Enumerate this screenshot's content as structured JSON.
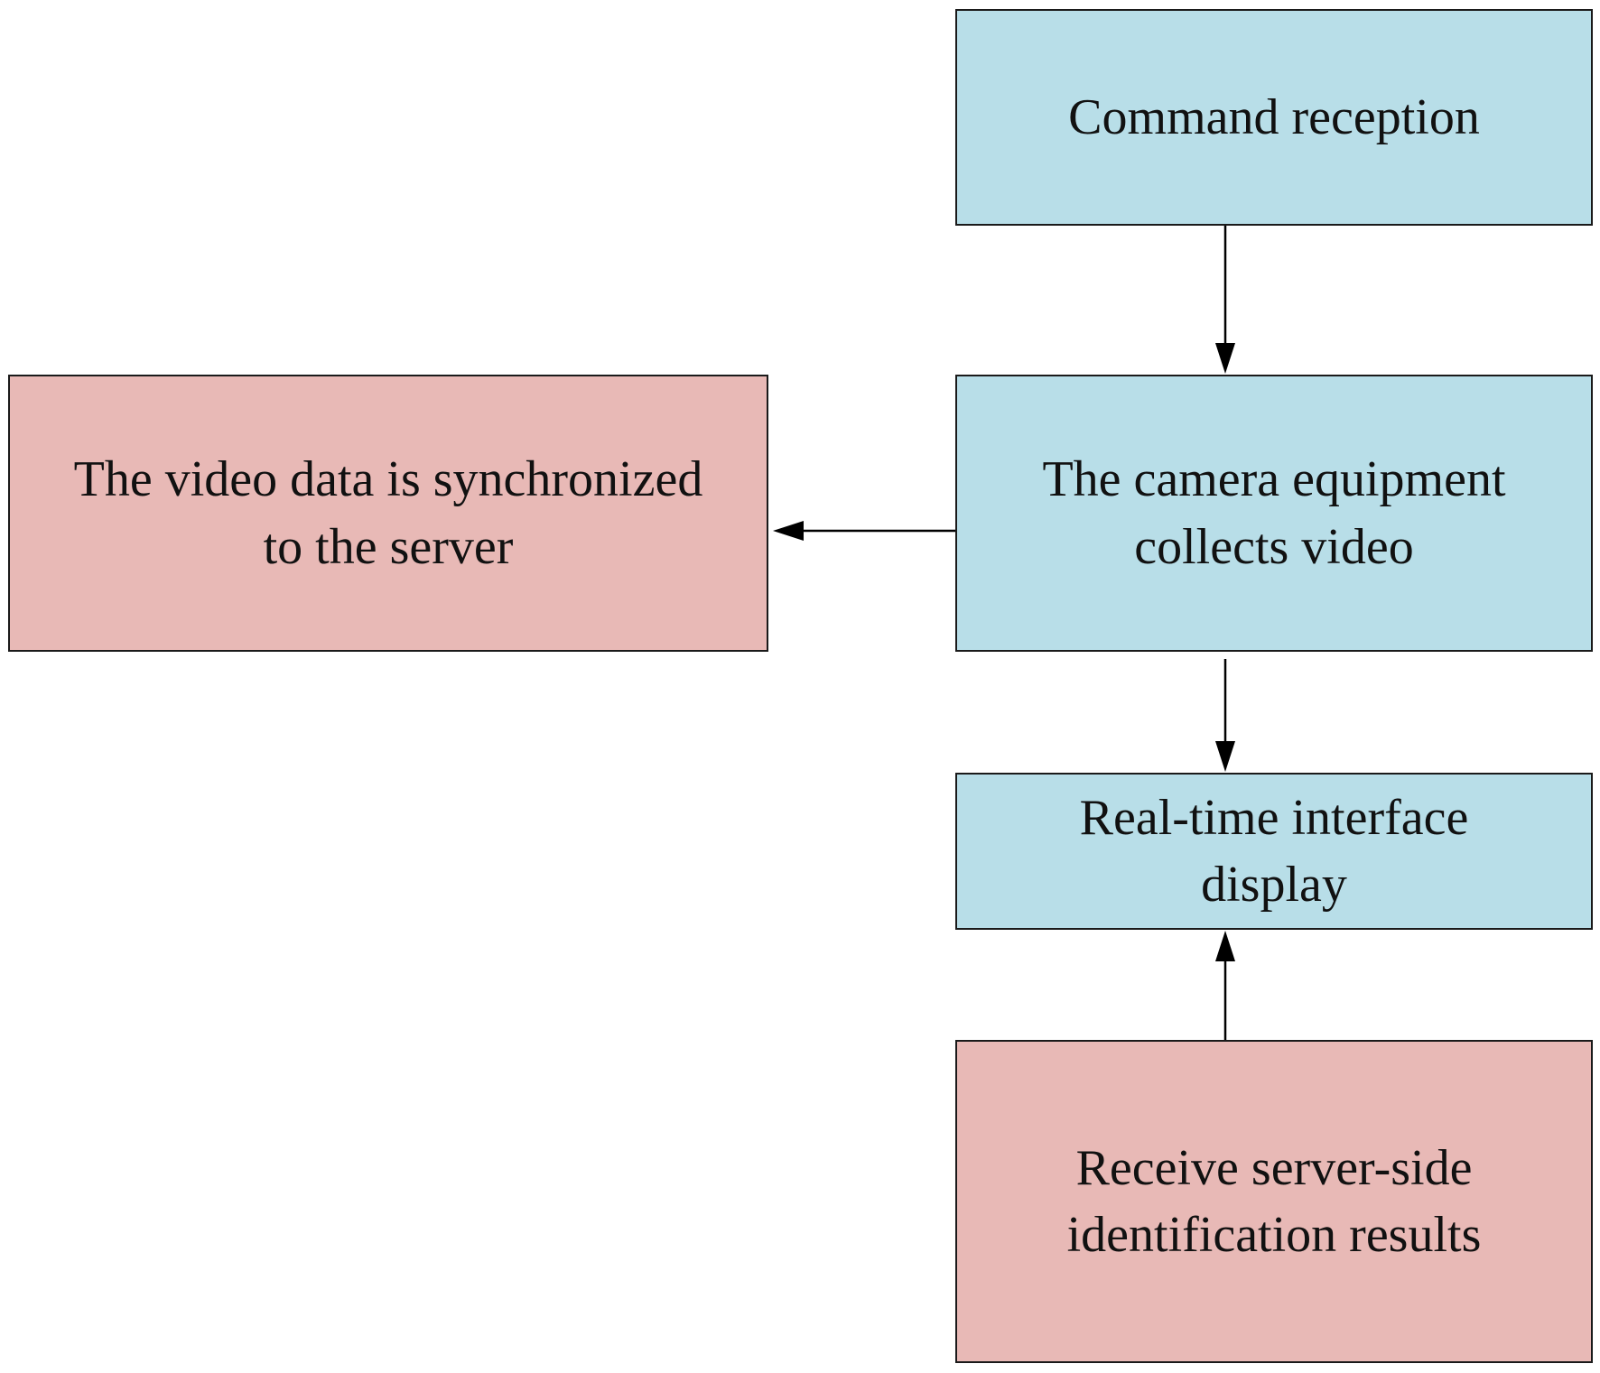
{
  "colors": {
    "blue_box": "#b8dee8",
    "red_box": "#e8b9b6",
    "border": "#1a1a1a",
    "arrow": "#000000"
  },
  "nodes": {
    "command_reception": {
      "line1": "Command reception"
    },
    "camera_collects": {
      "line1": "The camera equipment",
      "line2": "collects video"
    },
    "video_sync": {
      "line1": "The video data is synchronized",
      "line2": "to the server"
    },
    "realtime_display": {
      "line1": "Real-time interface",
      "line2": "display"
    },
    "receive_results": {
      "line1": "Receive server-side",
      "line2": "identification results"
    }
  }
}
